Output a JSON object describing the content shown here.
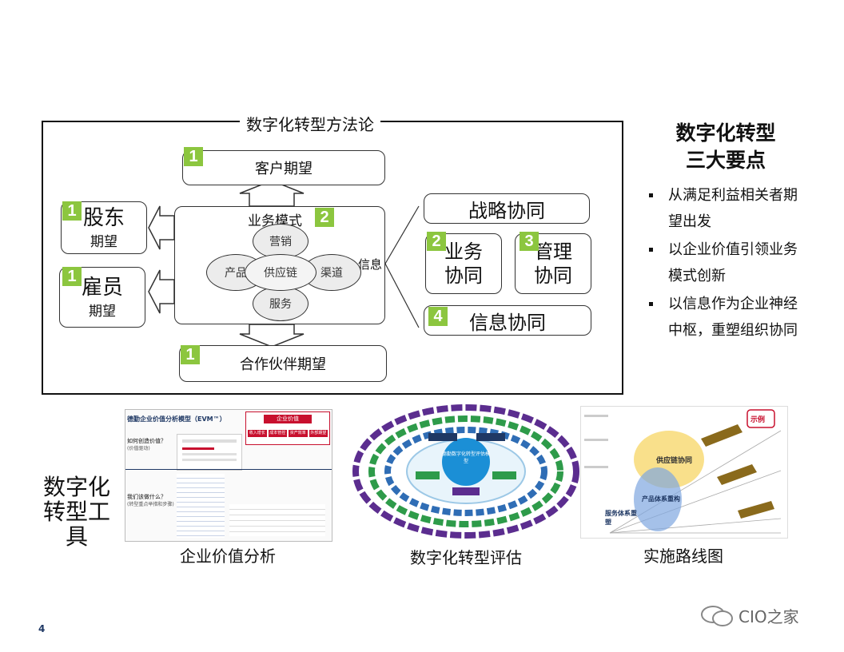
{
  "frame_title": "数字化转型方法论",
  "diagram": {
    "customer": {
      "label": "客户期望",
      "num": "1"
    },
    "shareholder": {
      "title": "股东",
      "sub": "期望",
      "num": "1"
    },
    "employee": {
      "title": "雇员",
      "sub": "期望",
      "num": "1"
    },
    "partner": {
      "label": "合作伙伴期望",
      "num": "1"
    },
    "business_model": {
      "label": "业务模式",
      "num": "2"
    },
    "petals": {
      "top": "营销",
      "left": "产品",
      "center": "供应链",
      "right": "渠道",
      "bottom": "服务"
    },
    "info_label": "信息",
    "strategy": "战略协同",
    "business_sync": {
      "line1": "业务",
      "line2": "协同",
      "num": "2"
    },
    "mgmt_sync": {
      "line1": "管理",
      "line2": "协同",
      "num": "3"
    },
    "info_sync": {
      "label": "信息协同",
      "num": "4"
    }
  },
  "side": {
    "title_line1": "数字化转型",
    "title_line2": "三大要点",
    "bullets": [
      "从满足利益相关者期望出发",
      "以企业价值引领业务模式创新",
      "以信息作为企业神经中枢，重塑组织协同"
    ]
  },
  "tools": {
    "label": "数字化转型工具",
    "items": [
      {
        "caption": "企业价值分析"
      },
      {
        "caption": "数字化转型评估"
      },
      {
        "caption": "实施路线图"
      }
    ],
    "thumb1": {
      "title": "德勤企业价值分析模型（EVM™）",
      "q1": "如何创造价值？",
      "q1_sub": "(价值驱动)",
      "q2": "我们该做什么？",
      "q2_sub": "(转型重点举措和步骤)",
      "panel_title": "企业价值",
      "chips": [
        "收入增长",
        "成本管控",
        "资产效率",
        "外部期望"
      ]
    },
    "thumb2": {
      "center": "德勤数字化转型评估模型"
    },
    "thumb3": {
      "tag": "示例",
      "label_a": "供应链协同",
      "label_b": "产品体系重构",
      "label_c": "服务体系重塑"
    }
  },
  "page_number": "4",
  "watermark": "CIO之家",
  "colors": {
    "green": "#8cc63f",
    "red": "#c8102e",
    "navy": "#1f3864"
  }
}
